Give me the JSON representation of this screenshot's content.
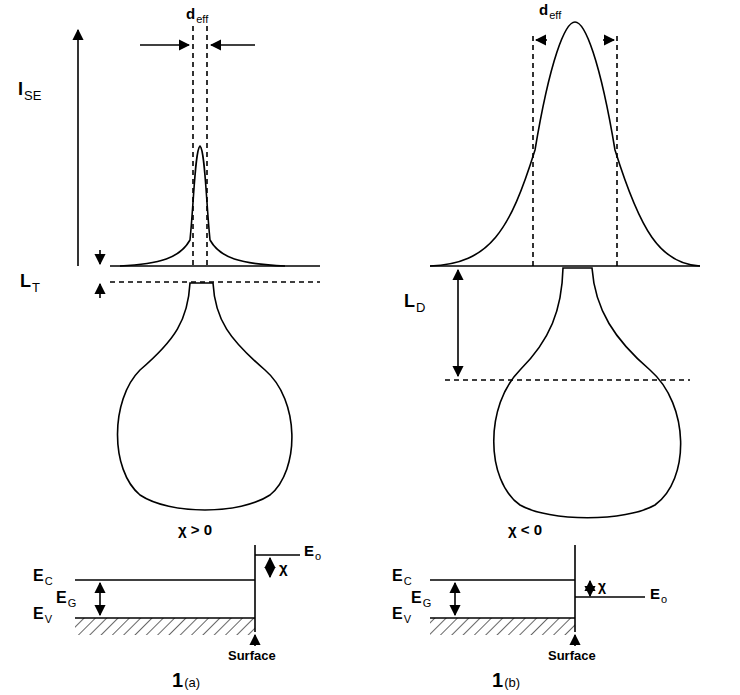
{
  "diagram": {
    "labels": [
      "I",
      "SE",
      "d",
      "eff",
      "L",
      "T",
      "χ > 0",
      "E",
      "C",
      "E",
      "G",
      "E",
      "V",
      "χ",
      "E",
      "o",
      "Surface",
      "1",
      "(a)",
      "d",
      "eff",
      "L",
      "D",
      "χ < 0",
      "E",
      "C",
      "E",
      "G",
      "E",
      "V",
      "χ",
      "E",
      "o",
      "Surface",
      "1",
      "(b)"
    ]
  }
}
